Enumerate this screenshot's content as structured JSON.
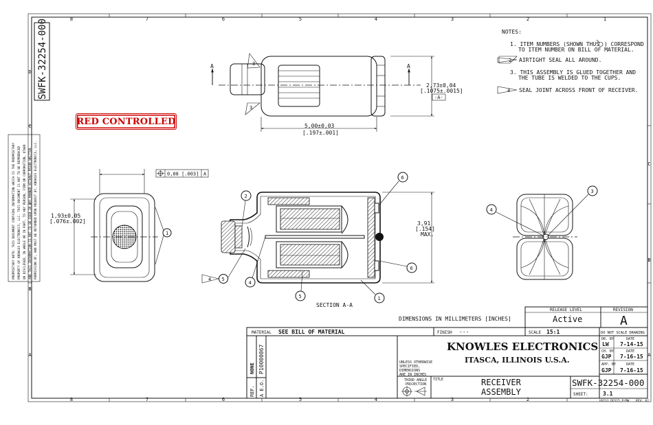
{
  "drawing_number": "SWFK-32254-000",
  "stamp": "RED CONTROLLED",
  "proprietary_note": [
    "PROPRIETARY NOTE: THIS DOCUMENT CONTAINS INFORMATION WHICH IS THE PROPRIETARY",
    "PROPERTY OF KNOWLES ELECTRONICS, LLC. THIS DOCUMENT IS NOT TO BE REPRODUCED",
    "OR DISCLOSED, IN WHOLE OR IN PART, TO ANY PERSON, FIRM OR CORPORATION, OTHER",
    "AND THIS INFORMATION IS NOT TO BE USED IN ANY MANNER WITHOUT PRIOR WRITTEN",
    "PERMISSION OF, AND MUST BE RETURNED UPON REQUEST BY, KNOWLES ELECTRONICS, LLC."
  ],
  "zones": {
    "columns": [
      "8",
      "7",
      "6",
      "5",
      "4",
      "3",
      "2",
      "1"
    ],
    "rows": [
      "D",
      "C",
      "B",
      "A"
    ]
  },
  "notes": {
    "heading": "NOTES:",
    "n1_pre": "1.  ITEM NUMBERS (SHOWN THUS",
    "n1_post": ") CORRESPOND",
    "n1_line2": "TO ITEM NUMBER ON BILL OF MATERIAL.",
    "n2_num": "2",
    "n2": "AIRTIGHT SEAL ALL AROUND.",
    "n3_line1": "3.  THIS ASSEMBLY IS GLUED TOGETHER AND",
    "n3_line2": "THE TUBE IS WELDED TO THE CUPS.",
    "n4_num": "4",
    "n4": "SEAL JOINT ACROSS FRONT OF RECEIVER."
  },
  "top_view": {
    "section_letter": "A",
    "dim_height_mm": "2,73±0,04",
    "dim_height_in": "[.1075±.0015]",
    "datum": "-A-",
    "dim_length_mm": "5,00±0,03",
    "dim_length_in": "[.197±.001]",
    "callout_flag_a": "3",
    "callout_flag_b": "3"
  },
  "end_view": {
    "tolerance_value": "0,08 [.003]",
    "tolerance_datum": "A",
    "dim_width_mm": "1,93±0,05",
    "dim_width_in": "[.076±.002]",
    "item": "1"
  },
  "section": {
    "title": "SECTION  A-A",
    "items": [
      "6",
      "2",
      "6",
      "4",
      "5",
      "1"
    ],
    "flag_note": "4",
    "flag_item": "5",
    "dim_max_mm": "3,91",
    "dim_max_in": "[.154]",
    "dim_max_label": "MAX."
  },
  "rear_view": {
    "items": [
      "4",
      "3"
    ]
  },
  "dimensions_note": "DIMENSIONS IN MILLIMETERS [INCHES]",
  "title_block": {
    "release_level_label": "RELEASE LEVEL",
    "release_level": "Active",
    "revision_label": "REVISION",
    "revision": "A",
    "material_label": "MATERIAL",
    "material": "SEE BILL OF MATERIAL",
    "finish_label": "FINISH",
    "finish": "---",
    "scale_label": "SCALE",
    "scale": "15:1",
    "do_not_scale": "DO NOT SCALE DRAWING",
    "dr_by_label": "DR. BY",
    "dr_by": "LW",
    "dr_date": "7-14-15",
    "ch_by_label": "CH. BY",
    "ch_by": "GJP",
    "ch_date": "7-16-15",
    "app_by_label": "APP. BY",
    "app_by": "GJP",
    "app_date": "7-16-15",
    "date_label": "DATE",
    "company": "KNOWLES ELECTRONICS",
    "location": "ITASCA, ILLINOIS U.S.A.",
    "tolerance_note": [
      "UNLESS OTHERWISE",
      "SPECIFIED,",
      "DIMENSIONS",
      "ARE IN INCHES"
    ],
    "projection_label": [
      "THIRD ANGLE",
      "PROJECTION"
    ],
    "title_label": "TITLE",
    "title_line1": "RECEIVER",
    "title_line2": "ASSEMBLY",
    "drawing_number": "SWFK-32254-000",
    "sheet_label": "SHEET:",
    "sheet": "3.1",
    "ref_label": "REF.",
    "ref_value": "NONE",
    "ecn_label": "A  E.O.",
    "ecn_value": "P10000067",
    "footer_file": "HSIS1.DES15_P/MW",
    "footer_rev": "REV: 02"
  }
}
